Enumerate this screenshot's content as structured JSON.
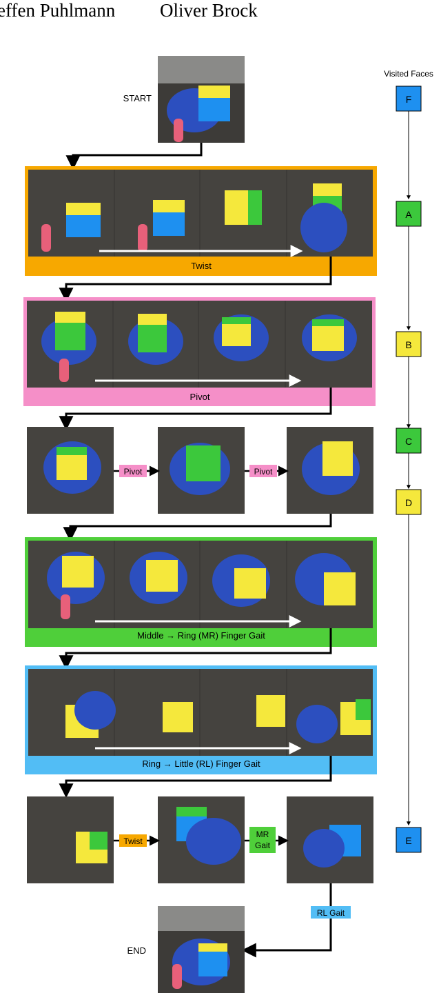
{
  "header": {
    "author_left": "effen Puhlmann",
    "author_right": "Oliver Brock"
  },
  "flow": {
    "start_label": "START",
    "end_label": "END",
    "twist_band": "Twist",
    "pivot_band": "Pivot",
    "pivot_tag_1": "Pivot",
    "pivot_tag_2": "Pivot",
    "mr_band": "Middle → Ring (MR) Finger Gait",
    "rl_band": "Ring → Little (RL) Finger Gait",
    "twist_tag": "Twist",
    "mr_tag_line1": "MR",
    "mr_tag_line2": "Gait",
    "rl_tag": "RL Gait"
  },
  "visited_faces": {
    "title": "Visited Faces",
    "faces": [
      {
        "letter": "F",
        "color": "#1e90f0"
      },
      {
        "letter": "A",
        "color": "#3cc83c"
      },
      {
        "letter": "B",
        "color": "#f5e83c"
      },
      {
        "letter": "C",
        "color": "#3cc83c"
      },
      {
        "letter": "D",
        "color": "#f5e83c"
      },
      {
        "letter": "E",
        "color": "#1e90f0"
      }
    ]
  },
  "colors": {
    "twist": "#f7a800",
    "pivot": "#f58fc8",
    "mr": "#4fcf3a",
    "rl": "#52bdf5",
    "photo_bg": "#3d3b38"
  }
}
